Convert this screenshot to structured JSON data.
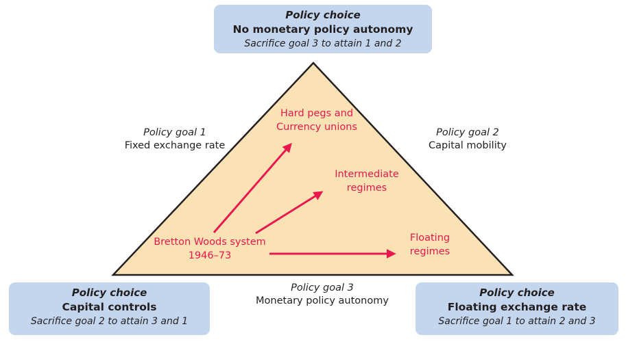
{
  "colors": {
    "box-fill": "#c4d5ee",
    "triangle-fill": "#fbe2b4",
    "ink": "#231f20",
    "red": "#e8174d",
    "bg": "#ffffff"
  },
  "boxes": {
    "top": {
      "title": "Policy choice",
      "main": "No monetary policy autonomy",
      "subtitle": "Sacrifice goal 3 to attain 1 and 2"
    },
    "bottom_left": {
      "title": "Policy choice",
      "main": "Capital controls",
      "subtitle": "Sacrifice goal 2 to attain 3 and 1"
    },
    "bottom_right": {
      "title": "Policy choice",
      "main": "Floating exchange rate",
      "subtitle": "Sacrifice goal 1 to attain 2 and 3"
    }
  },
  "goals": {
    "goal1": {
      "label": "Policy goal 1",
      "desc": "Fixed exchange rate"
    },
    "goal2": {
      "label": "Policy goal 2",
      "desc": "Capital mobility"
    },
    "goal3": {
      "label": "Policy goal 3",
      "desc": "Monetary policy autonomy"
    }
  },
  "regimes": {
    "hard_pegs": {
      "line1": "Hard pegs and",
      "line2": "Currency unions"
    },
    "intermediate": {
      "line1": "Intermediate",
      "line2": "regimes"
    },
    "bretton_woods": {
      "line1": "Bretton Woods system",
      "line2": "1946–73"
    },
    "floating": {
      "line1": "Floating",
      "line2": "regimes"
    }
  }
}
